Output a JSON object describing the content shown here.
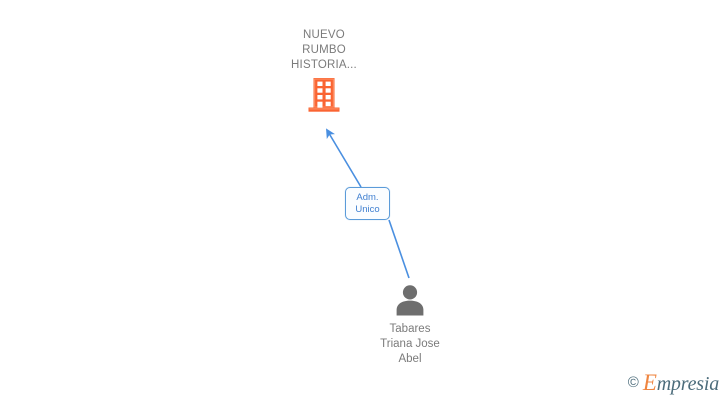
{
  "diagram": {
    "type": "org-chart",
    "background_color": "#ffffff",
    "company": {
      "name": "NUEVO RUMBO HISTORIA...",
      "name_lines": "NUEVO\nRUMBO\nHISTORIA...",
      "icon": "building-icon",
      "icon_color": "#fa6432",
      "text_color": "#7b7b7b"
    },
    "relation": {
      "label": "Adm. Unico",
      "label_lines": "Adm.\nUnico",
      "border_color": "#5b9bd9",
      "text_color": "#3f7fd0",
      "fill_color": "#fbfdff"
    },
    "person": {
      "name": "Tabares Triana Jose Abel",
      "name_lines": "Tabares\nTriana Jose\nAbel",
      "icon": "person-icon",
      "icon_color": "#6e6e6e",
      "text_color": "#7b7b7b"
    },
    "connectors": {
      "line_color": "#4a8fe0",
      "arrow_color": "#4a8fe0",
      "edges": [
        {
          "from": "relation-box",
          "to": "company-icon",
          "has_arrowhead": true
        },
        {
          "from": "person-icon",
          "to": "relation-box",
          "has_arrowhead": false
        }
      ]
    }
  },
  "watermark": {
    "copyright_symbol": "©",
    "brand_initial": "E",
    "brand_rest": "mpresia",
    "brand_full": "Empresia",
    "initial_color": "#ee7b30",
    "text_color": "#3d6070"
  }
}
